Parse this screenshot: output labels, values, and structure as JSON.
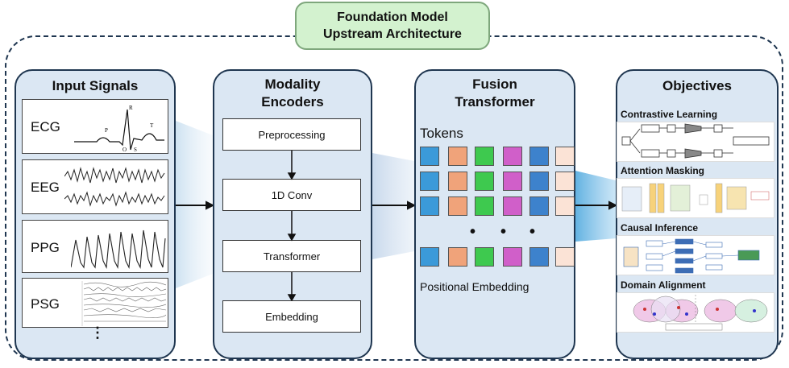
{
  "title": {
    "line1": "Foundation Model",
    "line2": "Upstream Architecture"
  },
  "input_signals": {
    "title": "Input Signals",
    "items": [
      {
        "label": "ECG"
      },
      {
        "label": "EEG"
      },
      {
        "label": "PPG"
      },
      {
        "label": "PSG"
      }
    ],
    "more": "⋮"
  },
  "encoders": {
    "title_line1": "Modality",
    "title_line2": "Encoders",
    "steps": [
      "Preprocessing",
      "1D Conv",
      "Transformer",
      "Embedding"
    ]
  },
  "fusion": {
    "title_line1": "Fusion",
    "title_line2": "Transformer",
    "tokens_label": "Tokens",
    "positional_label": "Positional Embedding",
    "token_colors": [
      "#3b9ad9",
      "#f0a37a",
      "#3ec94f",
      "#d05fc9",
      "#3d82cc",
      "#fbe3d6"
    ],
    "dots": "•"
  },
  "objectives": {
    "title": "Objectives",
    "items": [
      "Contrastive Learning",
      "Attention Masking",
      "Causal Inference",
      "Domain Alignment"
    ]
  },
  "colors": {
    "border": "#1f3650",
    "panel": "#dbe7f3",
    "title_bg": "#d3f2cf"
  }
}
